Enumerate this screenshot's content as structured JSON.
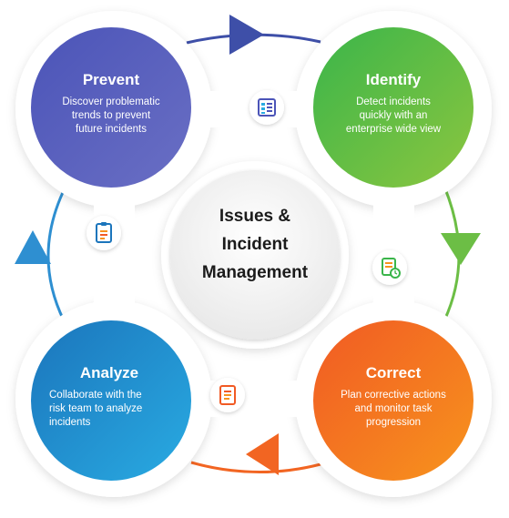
{
  "center": {
    "lines": [
      "Issues &",
      "Incident",
      "Management"
    ]
  },
  "stages": [
    {
      "id": "prevent",
      "title": "Prevent",
      "lines": [
        "Discover problematic",
        "trends to prevent",
        "future incidents"
      ],
      "color_from": "#4b54b8",
      "color_to": "#6a6fc4"
    },
    {
      "id": "identify",
      "title": "Identify",
      "lines": [
        "Detect incidents",
        "quickly with an",
        "enterprise wide view"
      ],
      "color_from": "#3ab54a",
      "color_to": "#8cc63f"
    },
    {
      "id": "correct",
      "title": "Correct",
      "lines": [
        "Plan corrective actions",
        "and monitor task",
        "progression"
      ],
      "color_from": "#f15a24",
      "color_to": "#f7941d"
    },
    {
      "id": "analyze",
      "title": "Analyze",
      "lines": [
        "Collaborate with the",
        "risk team to analyze",
        "incidents"
      ],
      "color_from": "#1b75bc",
      "color_to": "#29abe2"
    }
  ],
  "icons": [
    {
      "name": "dashboard-icon",
      "accent": "#4b54b8"
    },
    {
      "name": "checklist-clock-icon",
      "accent": "#3ab54a"
    },
    {
      "name": "task-report-icon",
      "accent": "#f15a24"
    },
    {
      "name": "clipboard-chart-icon",
      "accent": "#1b75bc"
    }
  ],
  "arrows": [
    {
      "name": "arrow-top",
      "color": "#3e4fa8"
    },
    {
      "name": "arrow-right",
      "color": "#6cbe45"
    },
    {
      "name": "arrow-bottom",
      "color": "#f26522"
    },
    {
      "name": "arrow-left",
      "color": "#2e8fd1"
    }
  ]
}
